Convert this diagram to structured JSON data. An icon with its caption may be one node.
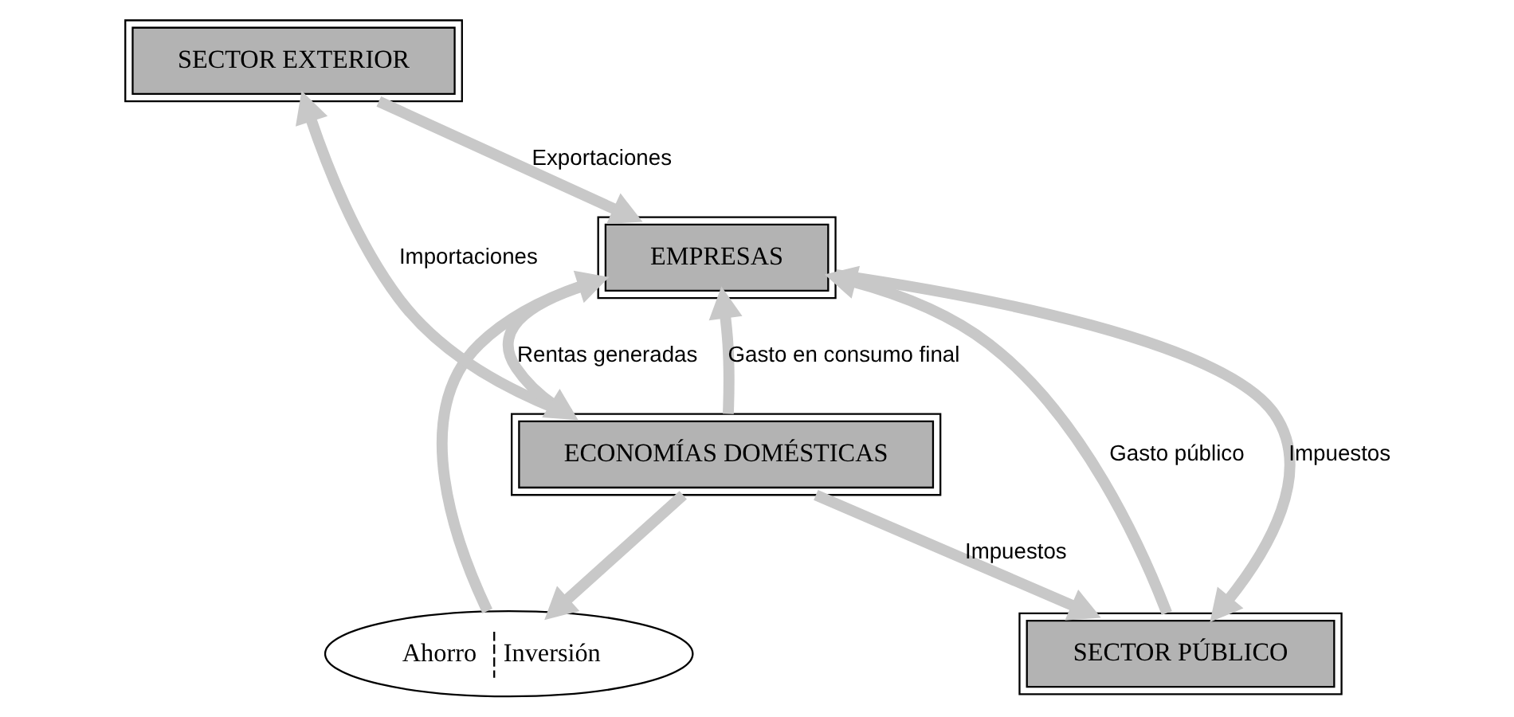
{
  "diagram": {
    "nodes": [
      {
        "text": [
          "SECTOR EXTERIOR"
        ]
      },
      {
        "text": [
          "Ahorro",
          "Inversión"
        ]
      },
      {
        "text": [
          "SECTOR PÚBLICO"
        ]
      },
      {
        "text": [
          "ECONOMÍAS DOMÉSTICAS"
        ]
      },
      {
        "text": [
          "EMPRESAS"
        ]
      }
    ],
    "edges": [
      {
        "from": 3,
        "to": 1,
        "arrow": "to"
      },
      {
        "from": 1,
        "to": 4,
        "arrow": "to"
      },
      {
        "from": 3,
        "to": 0,
        "arrow": "to",
        "label": "Importaciones"
      },
      {
        "from": 0,
        "to": 4,
        "arrow": "to",
        "label": "Exportaciones"
      },
      {
        "from": 3,
        "to": 4,
        "arrow": "to",
        "label": "Gasto en consumo final"
      },
      {
        "from": 2,
        "to": 4,
        "arrow": "to",
        "label": "Gasto público"
      },
      {
        "from": 3,
        "to": 2,
        "arrow": "to",
        "label": "Impuestos"
      },
      {
        "from": 4,
        "to": 2,
        "arrow": "to",
        "label": "Impuestos"
      },
      {
        "from": 4,
        "to": 3,
        "arrow": "to",
        "label": "Rentas generadas"
      }
    ]
  }
}
